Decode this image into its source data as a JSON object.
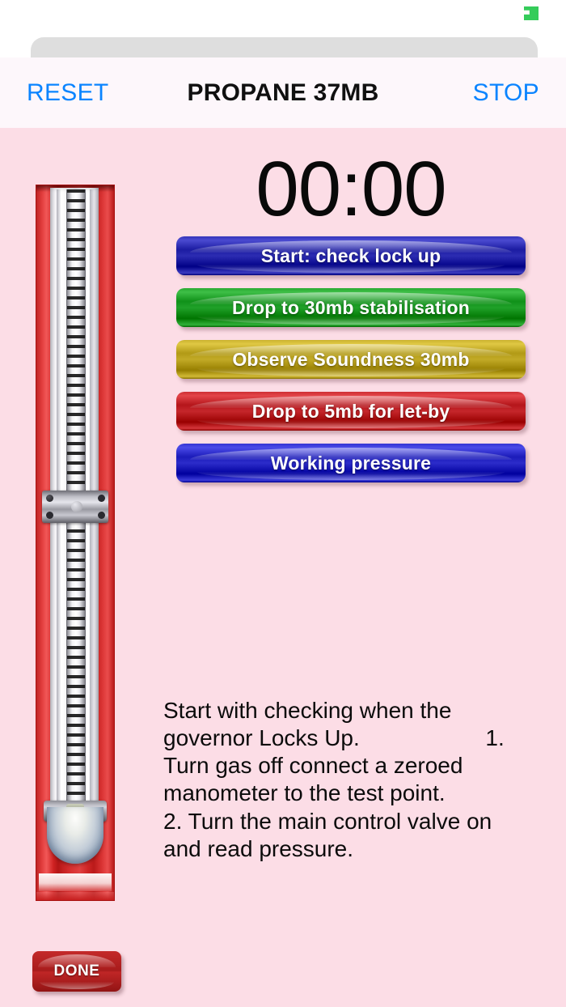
{
  "status_bar": {
    "battery_icon": "battery-icon",
    "battery_color": "#35cc5a"
  },
  "nav": {
    "reset_label": "RESET",
    "title": "PROPANE 37MB",
    "stop_label": "STOP",
    "accent_color": "#0a84ff"
  },
  "timer": {
    "value": "00:00"
  },
  "steps": [
    {
      "label": "Start: check lock up",
      "color": "#2222a8",
      "name": "step-button-start-check-lock-up"
    },
    {
      "label": "Drop to 30mb stabilisation",
      "color": "#16971f",
      "name": "step-button-drop-to-30mb-stabilisation"
    },
    {
      "label": "Observe Soundness 30mb",
      "color": "#b8a01c",
      "name": "step-button-observe-soundness-30mb"
    },
    {
      "label": "Drop to 5mb for let-by",
      "color": "#bb1c21",
      "name": "step-button-drop-to-5mb-for-let-by"
    },
    {
      "label": "Working pressure",
      "color": "#2222c0",
      "name": "step-button-working-pressure"
    }
  ],
  "instructions": {
    "text": "Start with checking when the\ngovernor Locks Up.                    1.\nTurn gas off connect a zeroed\nmanometer to the test point.\n2. Turn the main control valve on\nand read pressure."
  },
  "done": {
    "label": "DONE"
  },
  "manometer": {
    "alt": "u-gauge-manometer-image"
  },
  "theme": {
    "background": "#fcdde6",
    "nav_background": "#fdf7fb",
    "sheet_background": "#dedede"
  }
}
